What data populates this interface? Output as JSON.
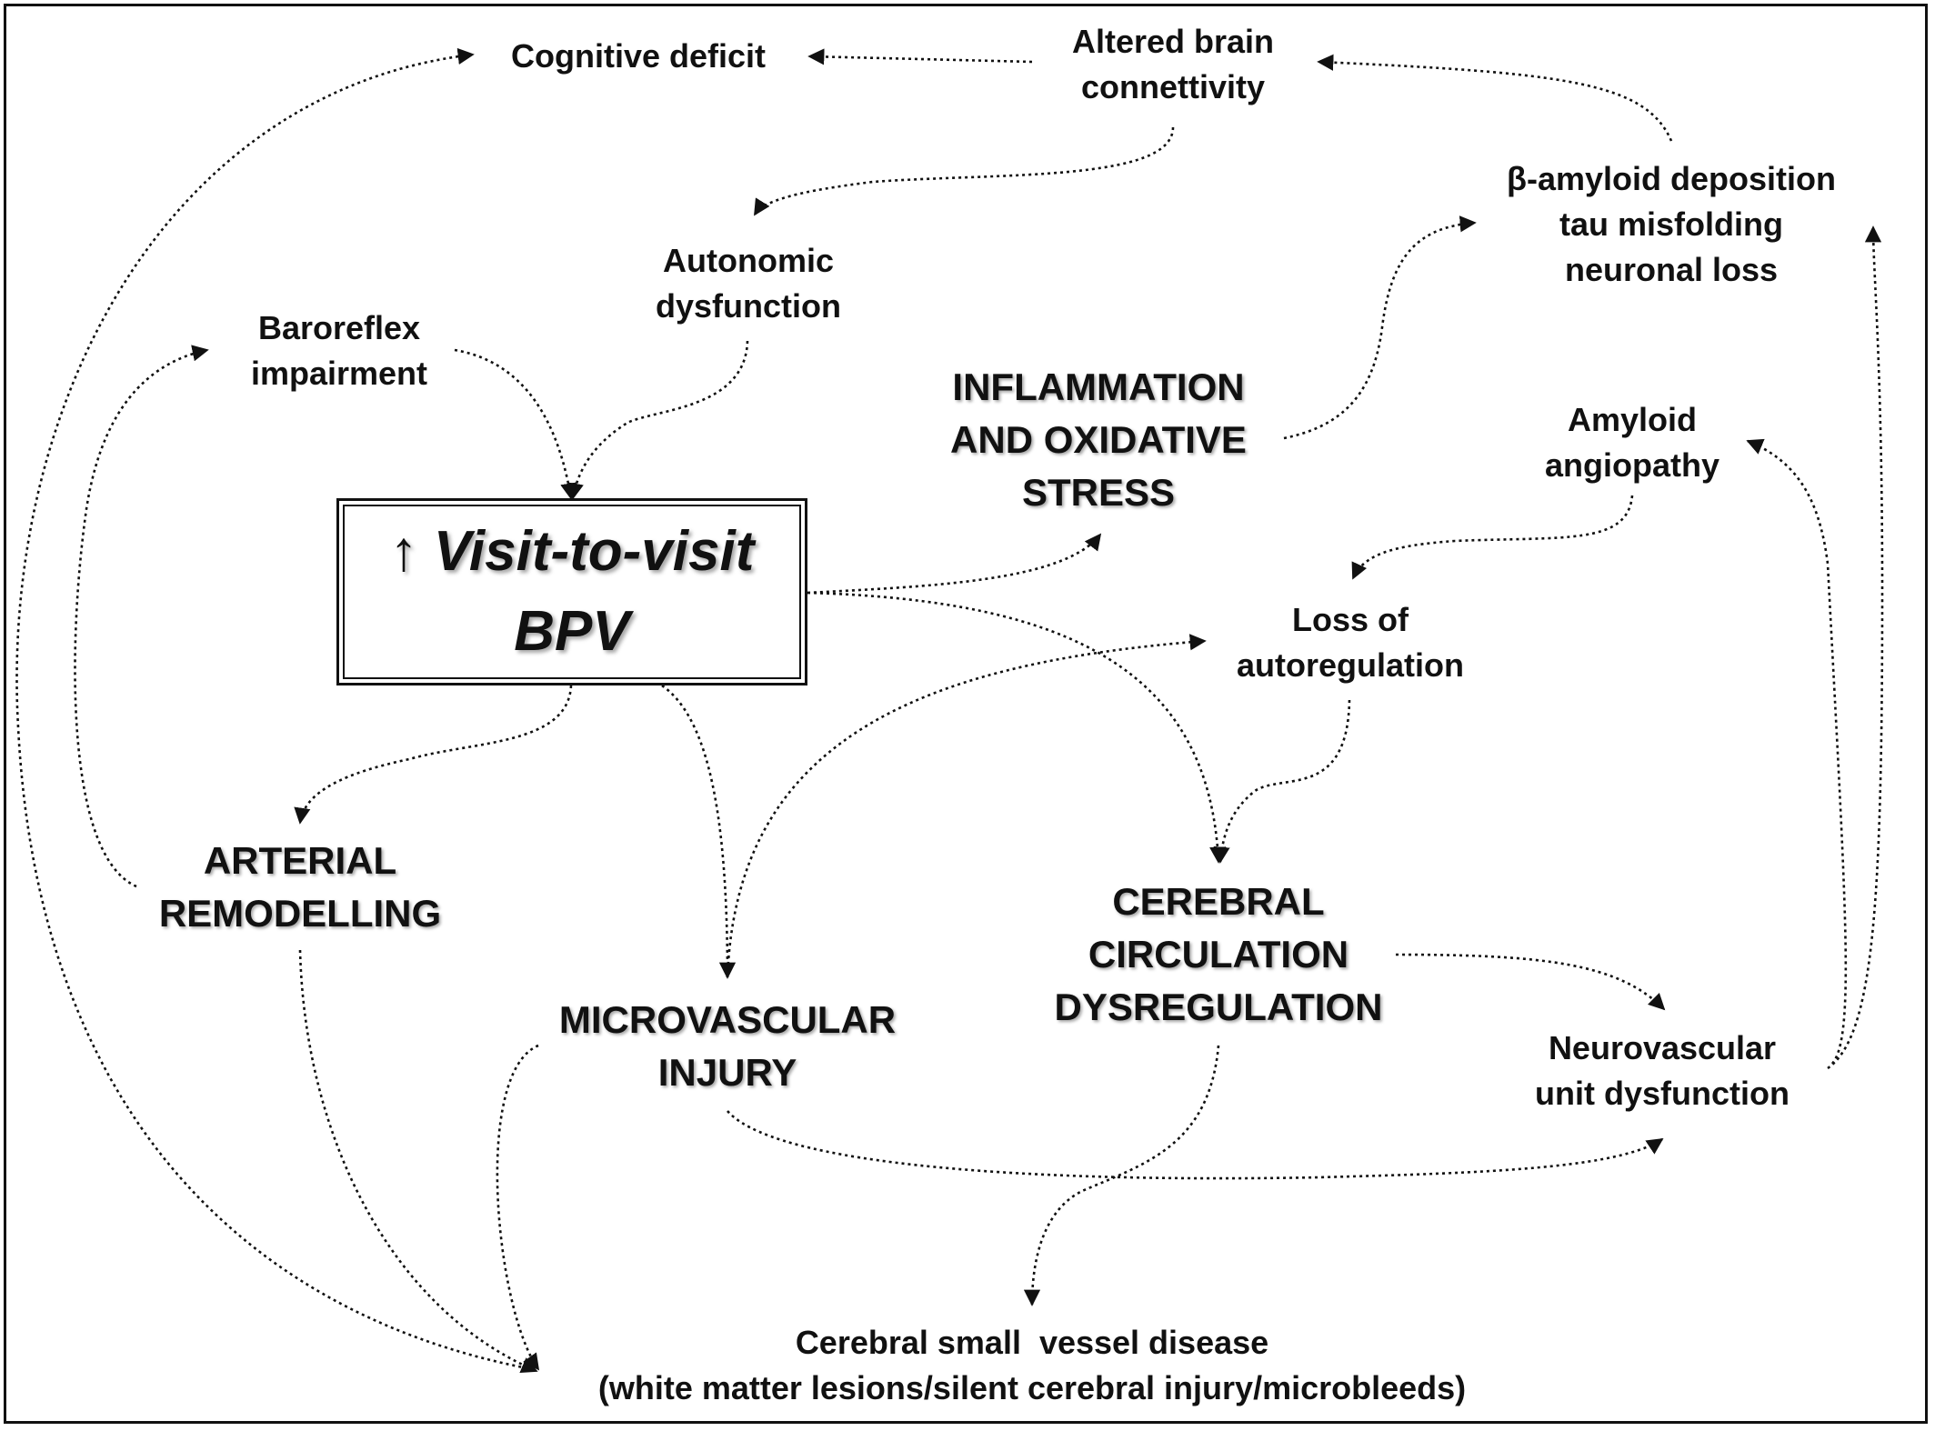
{
  "center": {
    "line1": "↑ Visit-to-visit",
    "line2": "BPV"
  },
  "nodes": {
    "cognitive": {
      "lines": [
        "Cognitive deficit"
      ]
    },
    "connectivity": {
      "lines": [
        "Altered brain",
        "connettivity"
      ]
    },
    "amyloid_deposition": {
      "lines": [
        "β-amyloid deposition",
        "tau misfolding",
        "neuronal loss"
      ]
    },
    "autonomic": {
      "lines": [
        "Autonomic",
        "dysfunction"
      ]
    },
    "baroreflex": {
      "lines": [
        "Baroreflex",
        "impairment"
      ]
    },
    "inflammation": {
      "lines": [
        "INFLAMMATION",
        "AND OXIDATIVE",
        "STRESS"
      ]
    },
    "amyloid_angiopathy": {
      "lines": [
        "Amyloid",
        "angiopathy"
      ]
    },
    "autoregulation": {
      "lines": [
        "Loss of",
        "autoregulation"
      ]
    },
    "arterial": {
      "lines": [
        "ARTERIAL",
        "REMODELLING"
      ]
    },
    "cerebral_circ": {
      "lines": [
        "CEREBRAL",
        "CIRCULATION",
        "DYSREGULATION"
      ]
    },
    "microvascular": {
      "lines": [
        "MICROVASCULAR",
        "INJURY"
      ]
    },
    "neurovascular": {
      "lines": [
        "Neurovascular",
        "unit dysfunction"
      ]
    },
    "small_vessel": {
      "lines": [
        "Cerebral small  vessel disease",
        "(white matter lesions/silent cerebral injury/microbleeds)"
      ]
    }
  }
}
